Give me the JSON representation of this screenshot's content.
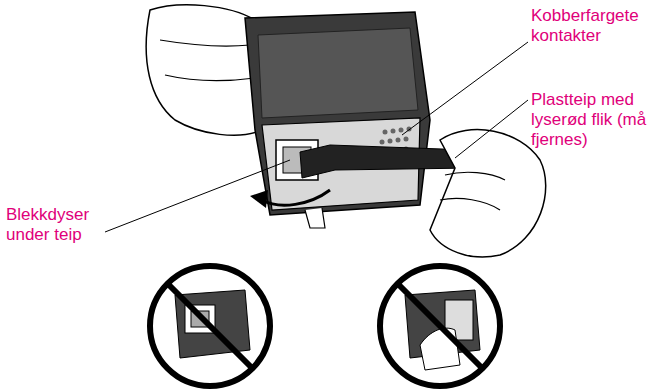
{
  "diagram": {
    "labels": [
      "Kobberfargete kontakter",
      "Plastteip med lyserød flik (må fjernes)",
      "Blekkdyser under teip"
    ]
  }
}
